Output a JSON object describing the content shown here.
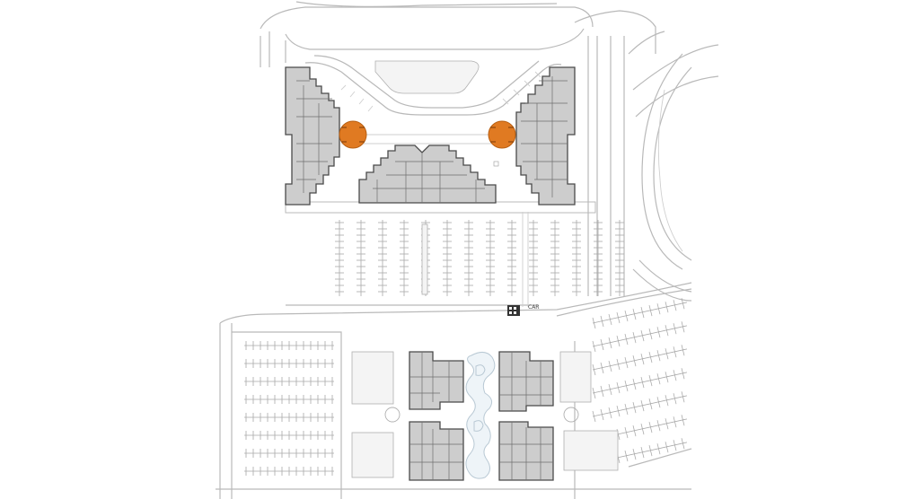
{
  "plan": {
    "accent_color": "#e07a22",
    "building_fill": "#cdcdcd",
    "road_color": "#b9b9b9",
    "markers": [
      {
        "name": "west-entrance-marker"
      },
      {
        "name": "east-entrance-marker"
      }
    ],
    "small_label": "CAR"
  }
}
